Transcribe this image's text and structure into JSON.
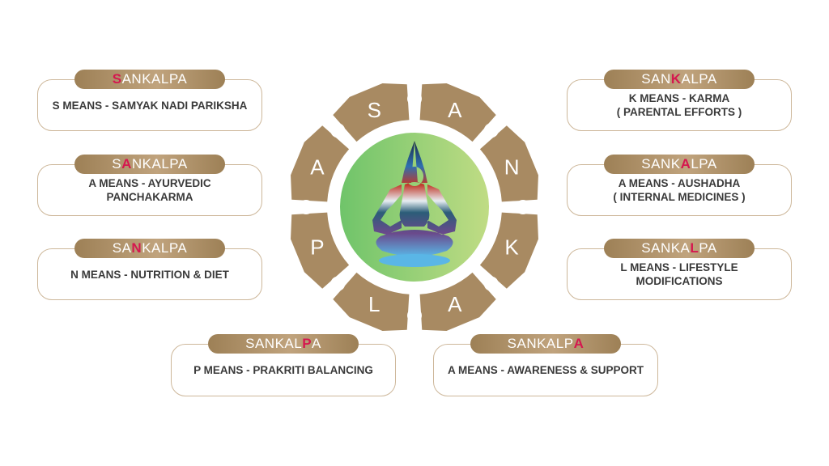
{
  "wheel_letters": [
    "S",
    "A",
    "N",
    "K",
    "A",
    "L",
    "P",
    "A"
  ],
  "colors": {
    "gold": "#a88a62",
    "highlight": "#d5174f",
    "text": "#3a3a3a",
    "circle_left": "#6fc46a",
    "circle_right": "#c0dc84"
  },
  "cards": [
    {
      "pre": "",
      "hl": "S",
      "post": "ANKALPA",
      "lines": [
        "S MEANS - SAMYAK NADI PARIKSHA"
      ]
    },
    {
      "pre": "S",
      "hl": "A",
      "post": "NKALPA",
      "lines": [
        "A MEANS - AYURVEDIC",
        "PANCHAKARMA"
      ]
    },
    {
      "pre": "SA",
      "hl": "N",
      "post": "KALPA",
      "lines": [
        "N MEANS - NUTRITION & DIET"
      ]
    },
    {
      "pre": "SAN",
      "hl": "K",
      "post": "ALPA",
      "lines": [
        "K MEANS - KARMA",
        "( PARENTAL EFFORTS )"
      ]
    },
    {
      "pre": "SANK",
      "hl": "A",
      "post": "LPA",
      "lines": [
        "A MEANS - AUSHADHA",
        "( INTERNAL MEDICINES )"
      ]
    },
    {
      "pre": "SANKA",
      "hl": "L",
      "post": "PA",
      "lines": [
        "L MEANS - LIFESTYLE",
        "MODIFICATIONS"
      ]
    },
    {
      "pre": "SANKAL",
      "hl": "P",
      "post": "A",
      "lines": [
        "P MEANS - PRAKRITI BALANCING"
      ]
    },
    {
      "pre": "SANKALP",
      "hl": "A",
      "post": "",
      "lines": [
        "A MEANS - AWARENESS & SUPPORT"
      ]
    }
  ]
}
